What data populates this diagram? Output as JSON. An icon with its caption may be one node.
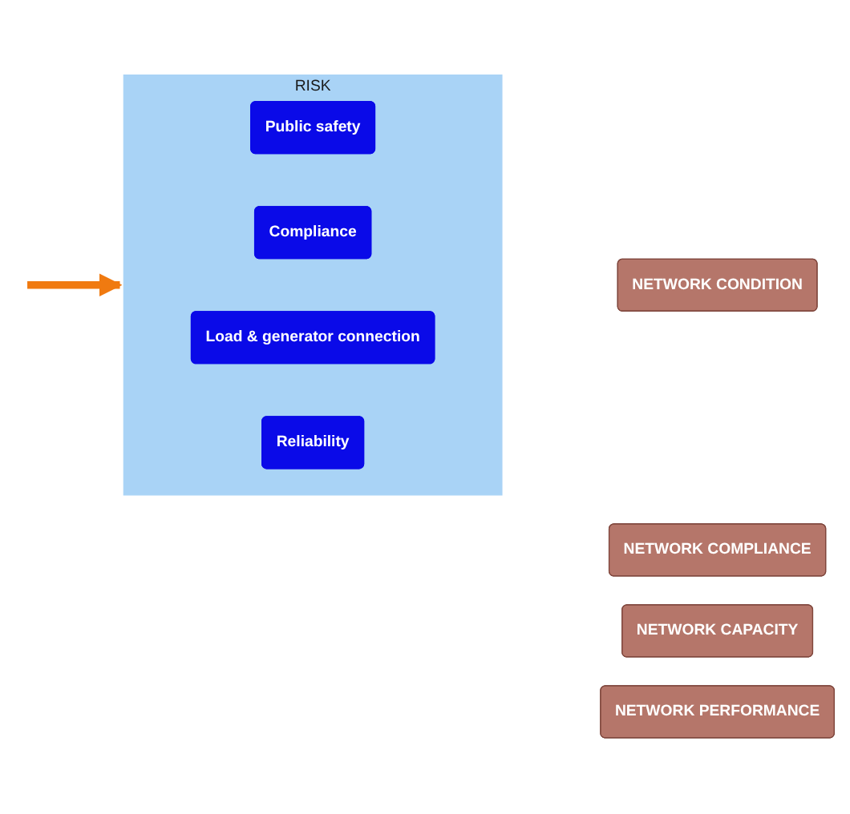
{
  "diagram": {
    "nodes": [
      {
        "text": [
          "NETWORK CONDITION"
        ]
      },
      {
        "text": [
          "NETWORK COMPLIANCE"
        ]
      },
      {
        "text": [
          "NETWORK CAPACITY"
        ]
      },
      {
        "text": [
          "NETWORK PERFORMANCE"
        ]
      },
      {
        "text": [
          "RISK"
        ]
      },
      {
        "text": [
          "Public safety"
        ],
        "in": 4
      },
      {
        "text": [
          "Compliance"
        ],
        "in": 4
      },
      {
        "text": [
          "Load & generator connection"
        ],
        "in": 4
      },
      {
        "text": [
          "Reliability"
        ],
        "in": 4
      }
    ],
    "edges": [
      {
        "from": null,
        "to": 4,
        "arrow": "to"
      }
    ]
  }
}
